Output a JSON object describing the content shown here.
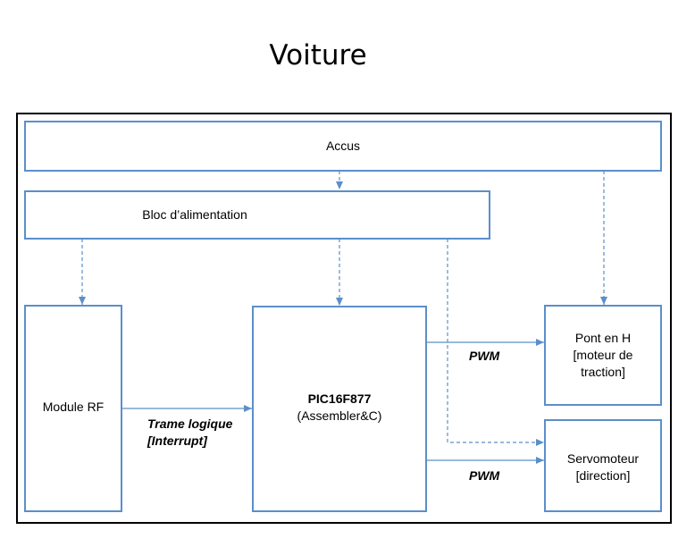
{
  "title": "Voiture",
  "colors": {
    "box_border": "#5b8fc9",
    "connector": "#5b8fc9",
    "frame": "#000000"
  },
  "blocks": {
    "accus": "Accus",
    "bloc_alimentation": "Bloc d’alimentation",
    "module_rf": "Module RF",
    "pic_name": "PIC16F877",
    "pic_lang": "(Assembler&C)",
    "pont_line1": "Pont en H",
    "pont_line2": "[moteur de",
    "pont_line3": "traction]",
    "servo_line1": "Servomoteur",
    "servo_line2": "[direction]"
  },
  "labels": {
    "pwm_pont": "PWM",
    "pwm_servo": "PWM",
    "trame_line1": "Trame logique",
    "trame_line2": "[Interrupt]"
  }
}
